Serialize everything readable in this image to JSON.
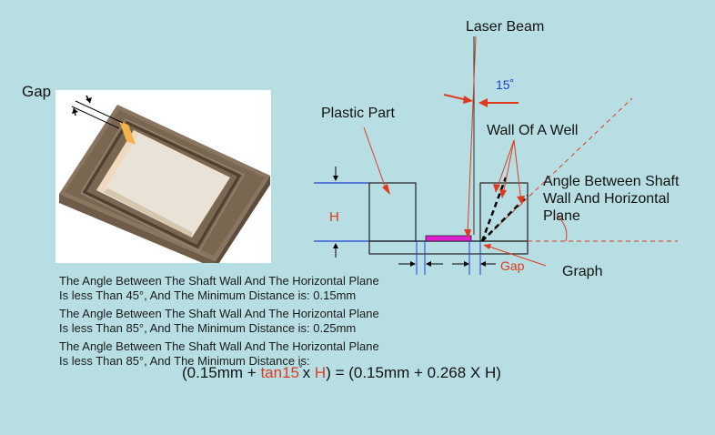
{
  "labels": {
    "gap_photo": "Gap",
    "laser_beam": "Laser Beam",
    "angle_15": "15˚",
    "plastic_part": "Plastic Part",
    "wall_of_well": "Wall Of A Well",
    "angle_between": [
      "Angle Between Shaft",
      "Wall And Horizontal",
      "Plane"
    ],
    "h": "H",
    "gap": "Gap",
    "graph": "Graph"
  },
  "conditions": [
    {
      "line1": "The Angle Between The Shaft Wall And The Horizontal Plane",
      "line2": "Is less Than 45°, And The Minimum Distance is: 0.15mm"
    },
    {
      "line1": "The Angle Between The Shaft Wall And The Horizontal Plane",
      "line2": "Is less Than 85°, And The Minimum Distance is: 0.25mm"
    },
    {
      "line1": "The Angle Between The Shaft Wall And The Horizontal Plane",
      "line2": "Is less Than 85°, And The Minimum Distance is:"
    }
  ],
  "formula": {
    "open": "(0.15mm + ",
    "tan": "tan15",
    "deg": "˚",
    "x": "x ",
    "h": "H",
    "rest": ") = (0.15mm + 0.268 X H)"
  },
  "colors": {
    "background": "#b7dfe3",
    "blue_lines": "#1f3fd6",
    "red_accent": "#e03a1e",
    "magenta_bar": "#e01fd0",
    "dark_frame": "#6b5a47"
  }
}
